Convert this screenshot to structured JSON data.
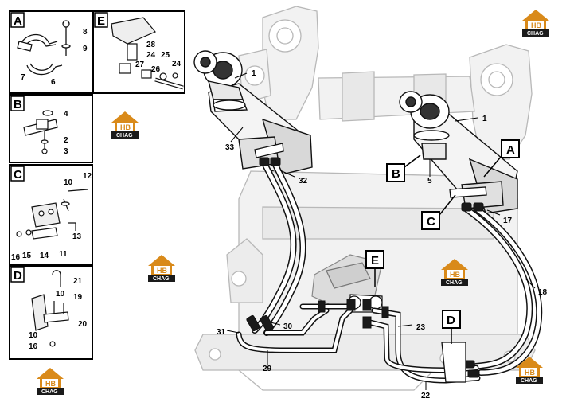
{
  "panels": {
    "A": {
      "letter": "A",
      "labels": [
        "8",
        "9",
        "7",
        "6"
      ]
    },
    "B": {
      "letter": "B",
      "labels": [
        "4",
        "2",
        "3"
      ]
    },
    "C": {
      "letter": "C",
      "labels": [
        "10",
        "12",
        "13",
        "16",
        "15",
        "14",
        "11"
      ]
    },
    "D": {
      "letter": "D",
      "labels": [
        "21",
        "10",
        "19",
        "20",
        "10",
        "16"
      ]
    },
    "E": {
      "letter": "E",
      "labels": [
        "28",
        "24",
        "27",
        "25",
        "24",
        "26"
      ]
    }
  },
  "callouts": [
    "A",
    "B",
    "C",
    "E",
    "D"
  ],
  "main_labels": [
    "1",
    "1",
    "33",
    "32",
    "5",
    "17",
    "18",
    "31",
    "30",
    "29",
    "23",
    "22"
  ],
  "logo": {
    "top": "HB",
    "bottom": "CHAG",
    "color": "#d98a1a"
  }
}
